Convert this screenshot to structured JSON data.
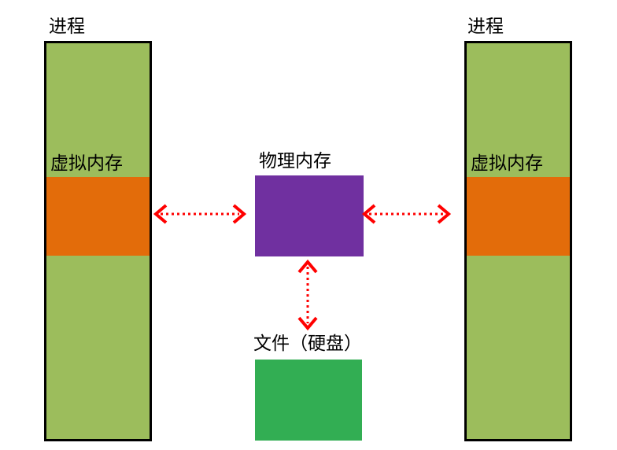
{
  "diagram": {
    "type": "virtual-memory-mapping-diagram",
    "background": "#FFFFFF",
    "colors": {
      "process_fill": "#9CBD5C",
      "process_border": "#000000",
      "virtual_memory_fill": "#E36C0A",
      "physical_memory_fill": "#7030A0",
      "physical_memory_edge": "#7D42AD",
      "file_fill": "#32AE53",
      "arrow": "#FF0000",
      "text": "#000000"
    },
    "left_process": {
      "title": "进程",
      "virtual_memory_label": "虚拟内存"
    },
    "right_process": {
      "title": "进程",
      "virtual_memory_label": "虚拟内存"
    },
    "physical_memory": {
      "label": "物理内存"
    },
    "file": {
      "label": "文件（硬盘）"
    },
    "arrows": [
      {
        "name": "left-virtual-to-physical",
        "direction": "horizontal",
        "style": "red-dotted-double-headed"
      },
      {
        "name": "right-virtual-to-physical",
        "direction": "horizontal",
        "style": "red-dotted-double-headed"
      },
      {
        "name": "physical-to-file",
        "direction": "vertical",
        "style": "red-dotted-double-headed"
      }
    ]
  }
}
